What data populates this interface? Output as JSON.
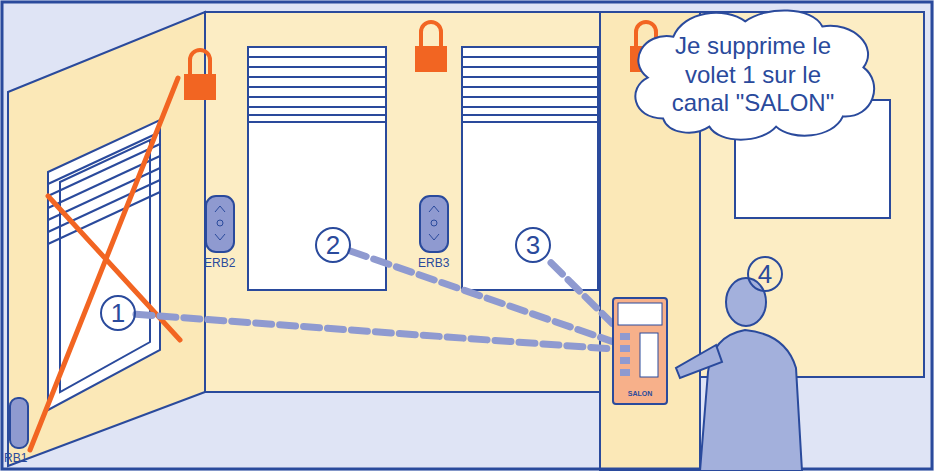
{
  "diagram": {
    "nodes": [
      {
        "text": [
          "Je supprime le volet 1 sur le canal \"SALON\""
        ]
      },
      {
        "text": [
          "2"
        ]
      },
      {
        "text": [
          "3"
        ]
      },
      {
        "text": [
          "4"
        ]
      },
      {
        "text": [
          "1"
        ]
      },
      {
        "text": [
          "SALON"
        ]
      }
    ],
    "edges": [
      {
        "from": 4,
        "to": 5,
        "arrow": "none"
      },
      {
        "from": 1,
        "to": 5,
        "arrow": "none"
      },
      {
        "from": 2,
        "to": 5,
        "arrow": "none"
      }
    ],
    "labels": [
      "ERB2",
      "ERB3",
      "RB1"
    ]
  }
}
